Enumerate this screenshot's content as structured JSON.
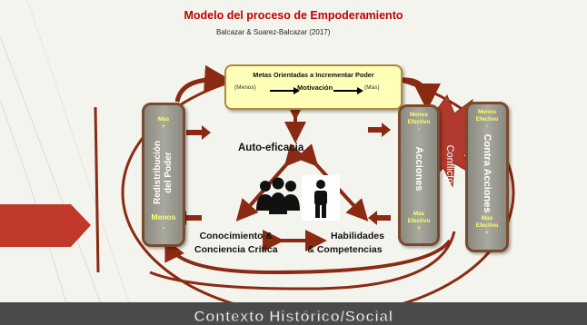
{
  "title": "Modelo  del proceso  de  Empoderamiento",
  "citation": "Balcazar & Suarez-Balcazar (2017)",
  "goals_box": {
    "title": "Metas  Orientadas   a Incrementar  Poder",
    "less": "(Menos)",
    "motivation": "Motivación",
    "more": "(Mas)"
  },
  "redistribution": {
    "label_line1": "Redistribución",
    "label_line2": "del Poder",
    "more": "Mas",
    "plus": "+",
    "less": "Menos",
    "minus": "-"
  },
  "actions": {
    "label": "Acciones",
    "less_effective_line1": "Menos",
    "less_effective_line2": "Efectivo",
    "minus": "-",
    "more_effective_line1": "Mas",
    "more_effective_line2": "Efectivo",
    "plus": "+"
  },
  "conflict": "Conflicto",
  "counter_actions": {
    "label": "Contra Acciones",
    "less_effective_line1": "Menos",
    "less_effective_line2": "Efectivo",
    "minus": "-",
    "more_effective_line1": "Mas",
    "more_effective_line2": "Efectivo",
    "plus": "+"
  },
  "self_efficacy": "Auto-eficacia",
  "knowledge": {
    "line1": "Conocimiento &",
    "line2": "Conciencia Crítica"
  },
  "skills": {
    "line1": "Habilidades",
    "line2": "& Competencias"
  },
  "context": "Contexto Histórico/Social",
  "colors": {
    "arrow": "#8b2a12",
    "title": "#c00000",
    "box_fill": "#ffffb8",
    "vbox_fill": "#9a9a90",
    "accent_yellow": "#ffff66"
  },
  "icons": [
    "group-of-people-icon",
    "person-icon"
  ]
}
